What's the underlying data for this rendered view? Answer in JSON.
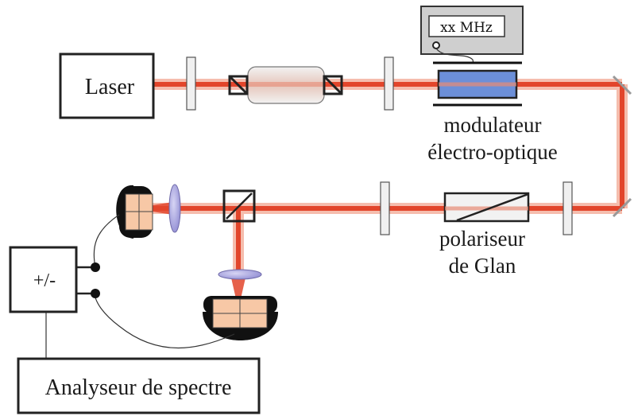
{
  "labels": {
    "laser": "Laser",
    "frequency": "xx MHz",
    "modulator_line1": "modulateur",
    "modulator_line2": "électro-optique",
    "polarizer_line1": "polariseur",
    "polarizer_line2": "de Glan",
    "sign_box": "+/-",
    "analyzer": "Analyseur de spectre"
  },
  "colors": {
    "beam": "#e2452b",
    "beam_glow": "#f4b6a5",
    "modulator_crystal": "#6c8fd8",
    "lens": "#b3b0e6",
    "detector": "#111111",
    "photodiode": "#f7c8a6",
    "generator_screen": "#cfcfcf"
  }
}
